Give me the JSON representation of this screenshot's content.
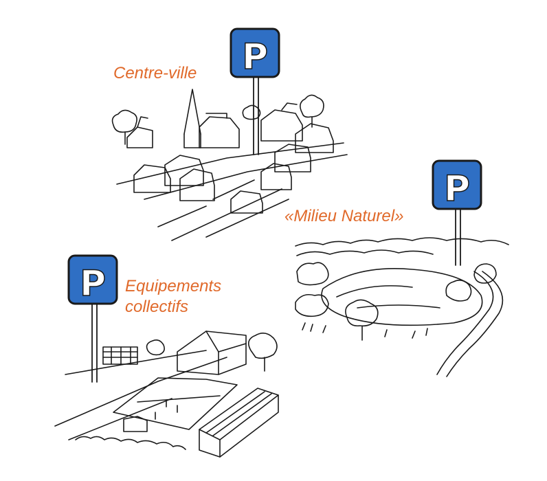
{
  "colors": {
    "label": "#e0692a",
    "sign_fill": "#2f6fc4",
    "sign_text": "#ffffff",
    "ink": "#1a1a1a"
  },
  "parking_sign": {
    "letter": "P",
    "icon": "parking-sign-icon"
  },
  "sites": [
    {
      "id": "centre-ville",
      "label": "Centre-ville"
    },
    {
      "id": "milieu-naturel",
      "label": "«Milieu Naturel»"
    },
    {
      "id": "equipements",
      "label_lines": [
        "Equipements",
        "collectifs"
      ]
    }
  ]
}
